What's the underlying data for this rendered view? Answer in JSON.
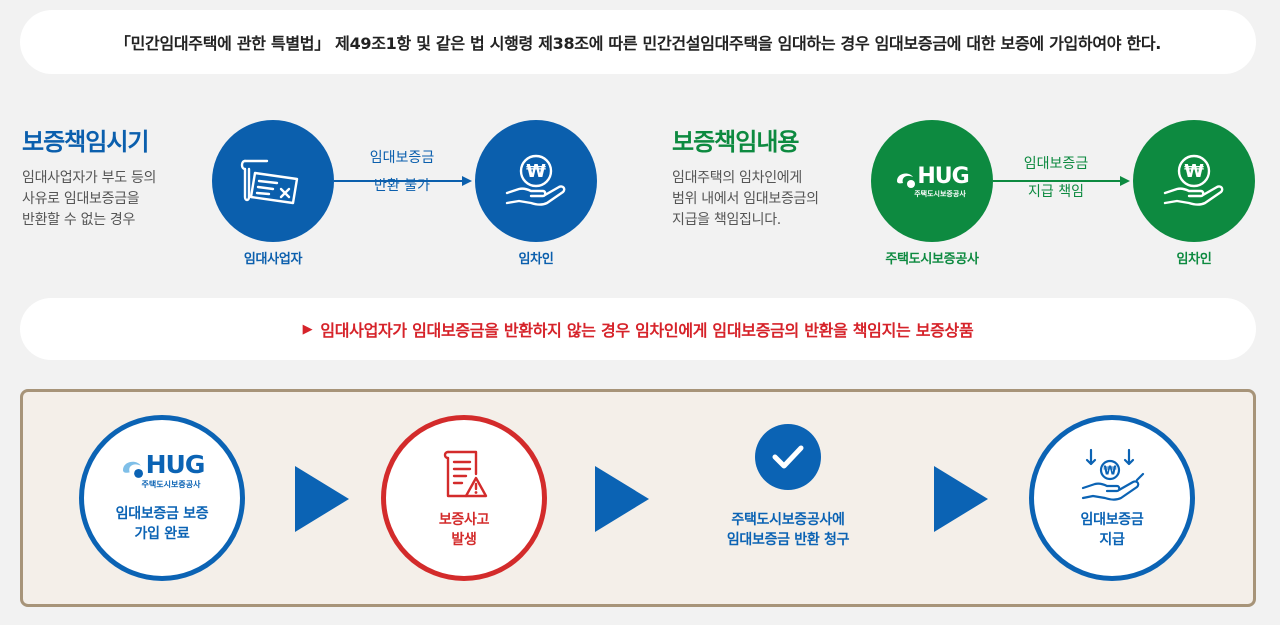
{
  "intro": "「민간임대주택에 관한 특별법」 제49조1항 및 같은 법 시행령 제38조에 따른 민간건설임대주택을 임대하는 경우 임대보증금에 대한 보증에 가입하여야 한다.",
  "left": {
    "title": "보증책임시기",
    "desc": [
      "임대사업자가 부도 등의",
      "사유로 임대보증금을",
      "반환할 수 없는 경우"
    ],
    "from_label": "임대사업자",
    "arrow_line1": "임대보증금",
    "arrow_line2": "반환 불가",
    "to_label": "임차인"
  },
  "right": {
    "title": "보증책임내용",
    "desc": [
      "임대주택의 임차인에게",
      "범위 내에서 임대보증금의",
      "지급을 책임집니다."
    ],
    "from_label": "주택도시보증공사",
    "arrow_line1": "임대보증금",
    "arrow_line2": "지급 책임",
    "to_label": "임차인"
  },
  "logo": {
    "big": "HUG",
    "small": "주택도시보증공사"
  },
  "won_symbol": "₩",
  "summary": "임대사업자가 임대보증금을 반환하지 않는 경우 임차인에게 임대보증금의 반환을 책임지는 보증상품",
  "steps": [
    {
      "line1": "임대보증금 보증",
      "line2": "가입 완료"
    },
    {
      "line1": "보증사고",
      "line2": "발생"
    },
    {
      "line1": "주택도시보증공사에",
      "line2": "임대보증금 반환 청구"
    },
    {
      "line1": "임대보증금",
      "line2": "지급"
    }
  ],
  "colors": {
    "blue": "#0b5fad",
    "green": "#0d8a40",
    "red": "#d32b2b",
    "text_red": "#d6232a"
  },
  "icons": [
    "document-contract-icon",
    "won-hand-icon",
    "hug-logo",
    "warning-document-icon",
    "check-icon",
    "hand-receive-money-icon",
    "play-arrow-icon"
  ]
}
